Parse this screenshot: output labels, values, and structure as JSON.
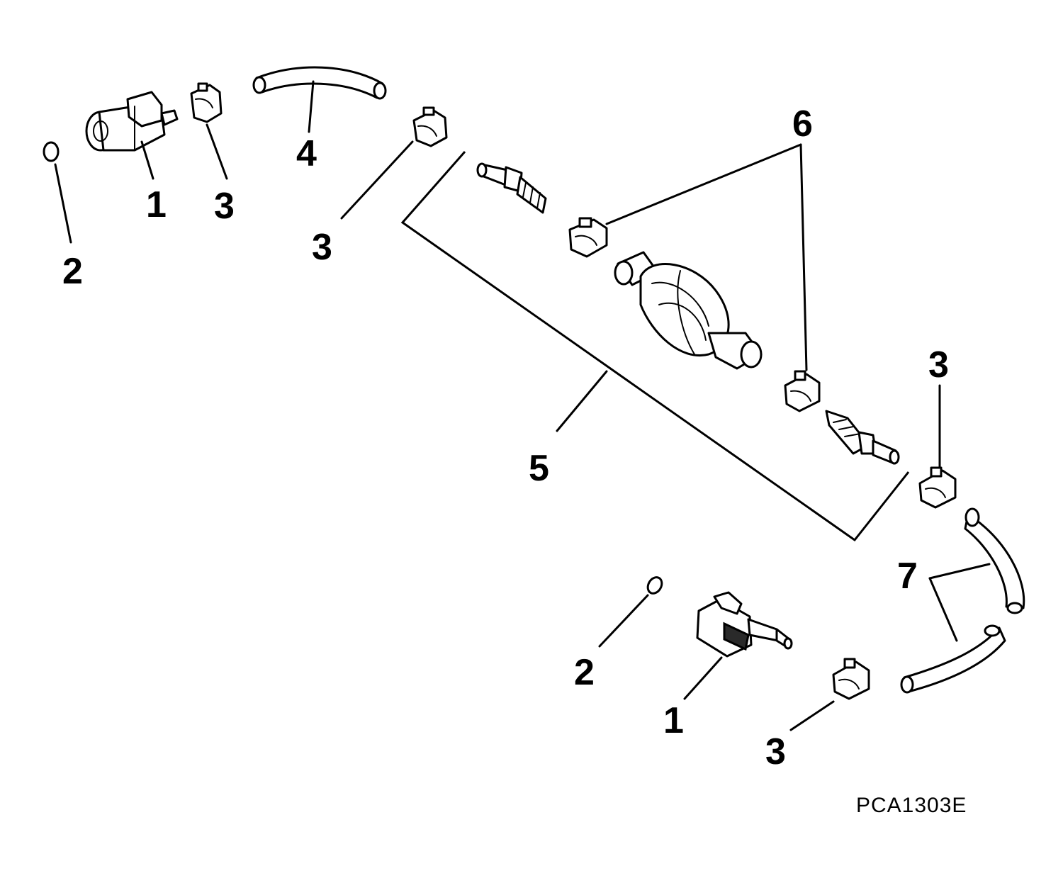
{
  "diagram": {
    "reference_code": "PCA1303E",
    "callouts": {
      "c1_top": "1",
      "c2_top": "2",
      "c3_top_a": "3",
      "c3_top_b": "3",
      "c4": "4",
      "c5": "5",
      "c6": "6",
      "c3_right": "3",
      "c7": "7",
      "c2_bottom": "2",
      "c1_bottom": "1",
      "c3_bottom": "3"
    },
    "icons": {
      "fuel_connector": "fuel-connector-icon",
      "o_ring": "o-ring-icon",
      "hose_clamp": "hose-clamp-icon",
      "fuel_hose": "fuel-hose-icon",
      "hose_fitting": "hose-fitting-icon",
      "primer_bulb": "primer-bulb-icon"
    },
    "line_color": "#000000",
    "background": "#ffffff"
  }
}
